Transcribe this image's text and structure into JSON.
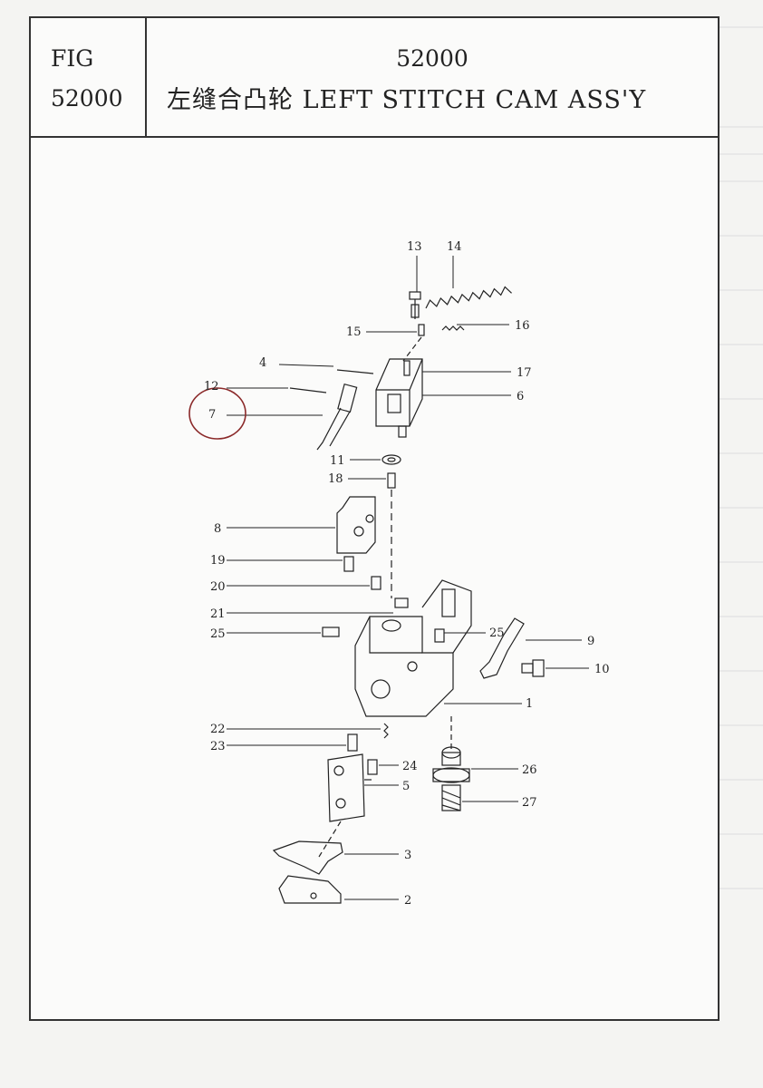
{
  "header": {
    "fig_label": "FIG",
    "fig_number": "52000",
    "title_number": "52000",
    "title_text": "左缝合凸轮 LEFT STITCH CAM ASS'Y"
  },
  "callouts": {
    "c13": "13",
    "c14": "14",
    "c15": "15",
    "c16": "16",
    "c4": "4",
    "c17": "17",
    "c12": "12",
    "c6": "6",
    "c7": "7",
    "c11": "11",
    "c18": "18",
    "c8": "8",
    "c19": "19",
    "c20": "20",
    "c21": "21",
    "c25a": "25",
    "c25b": "25",
    "c9": "9",
    "c10": "10",
    "c1": "1",
    "c22": "22",
    "c23": "23",
    "c24": "24",
    "c5": "5",
    "c26": "26",
    "c27": "27",
    "c3": "3",
    "c2": "2"
  },
  "colors": {
    "ink": "#222222",
    "highlight_circle": "#8b2a2a"
  }
}
